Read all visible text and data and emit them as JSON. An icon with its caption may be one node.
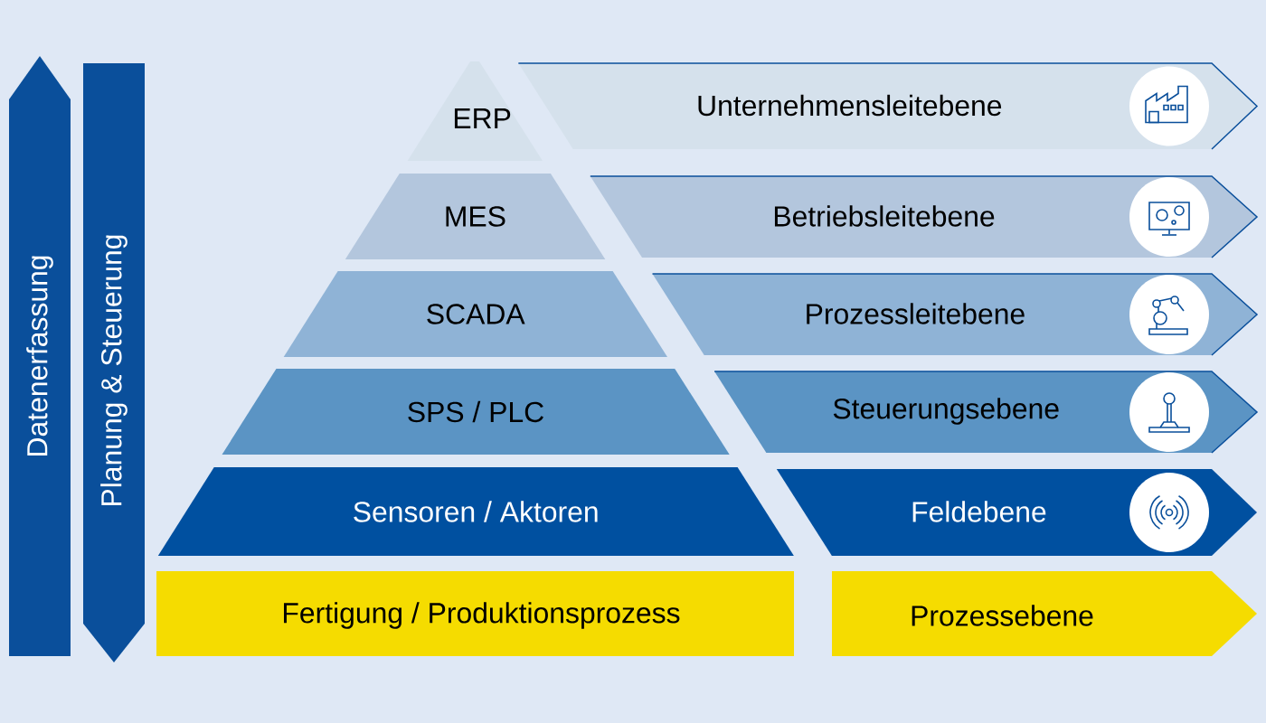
{
  "diagram": {
    "nodes": [
      {
        "text": [
          "Datenerfassung"
        ]
      },
      {
        "text": [
          "Planung & Steuerung"
        ]
      },
      {
        "text": [
          "ERP"
        ]
      },
      {
        "text": [
          "Unternehmensleitebene"
        ]
      },
      {
        "text": [
          "MES"
        ]
      },
      {
        "text": [
          "Betriebsleitebene"
        ]
      },
      {
        "text": [
          "SCADA"
        ]
      },
      {
        "text": [
          "Prozessleitebene"
        ]
      },
      {
        "text": [
          "SPS / PLC"
        ]
      },
      {
        "text": [
          "Steuerungsebene"
        ]
      },
      {
        "text": [
          "Sensoren / Aktoren"
        ]
      },
      {
        "text": [
          "Feldebene"
        ]
      },
      {
        "text": [
          "Fertigung / Produktionsprozess"
        ]
      },
      {
        "text": [
          "Prozessebene"
        ]
      }
    ]
  }
}
